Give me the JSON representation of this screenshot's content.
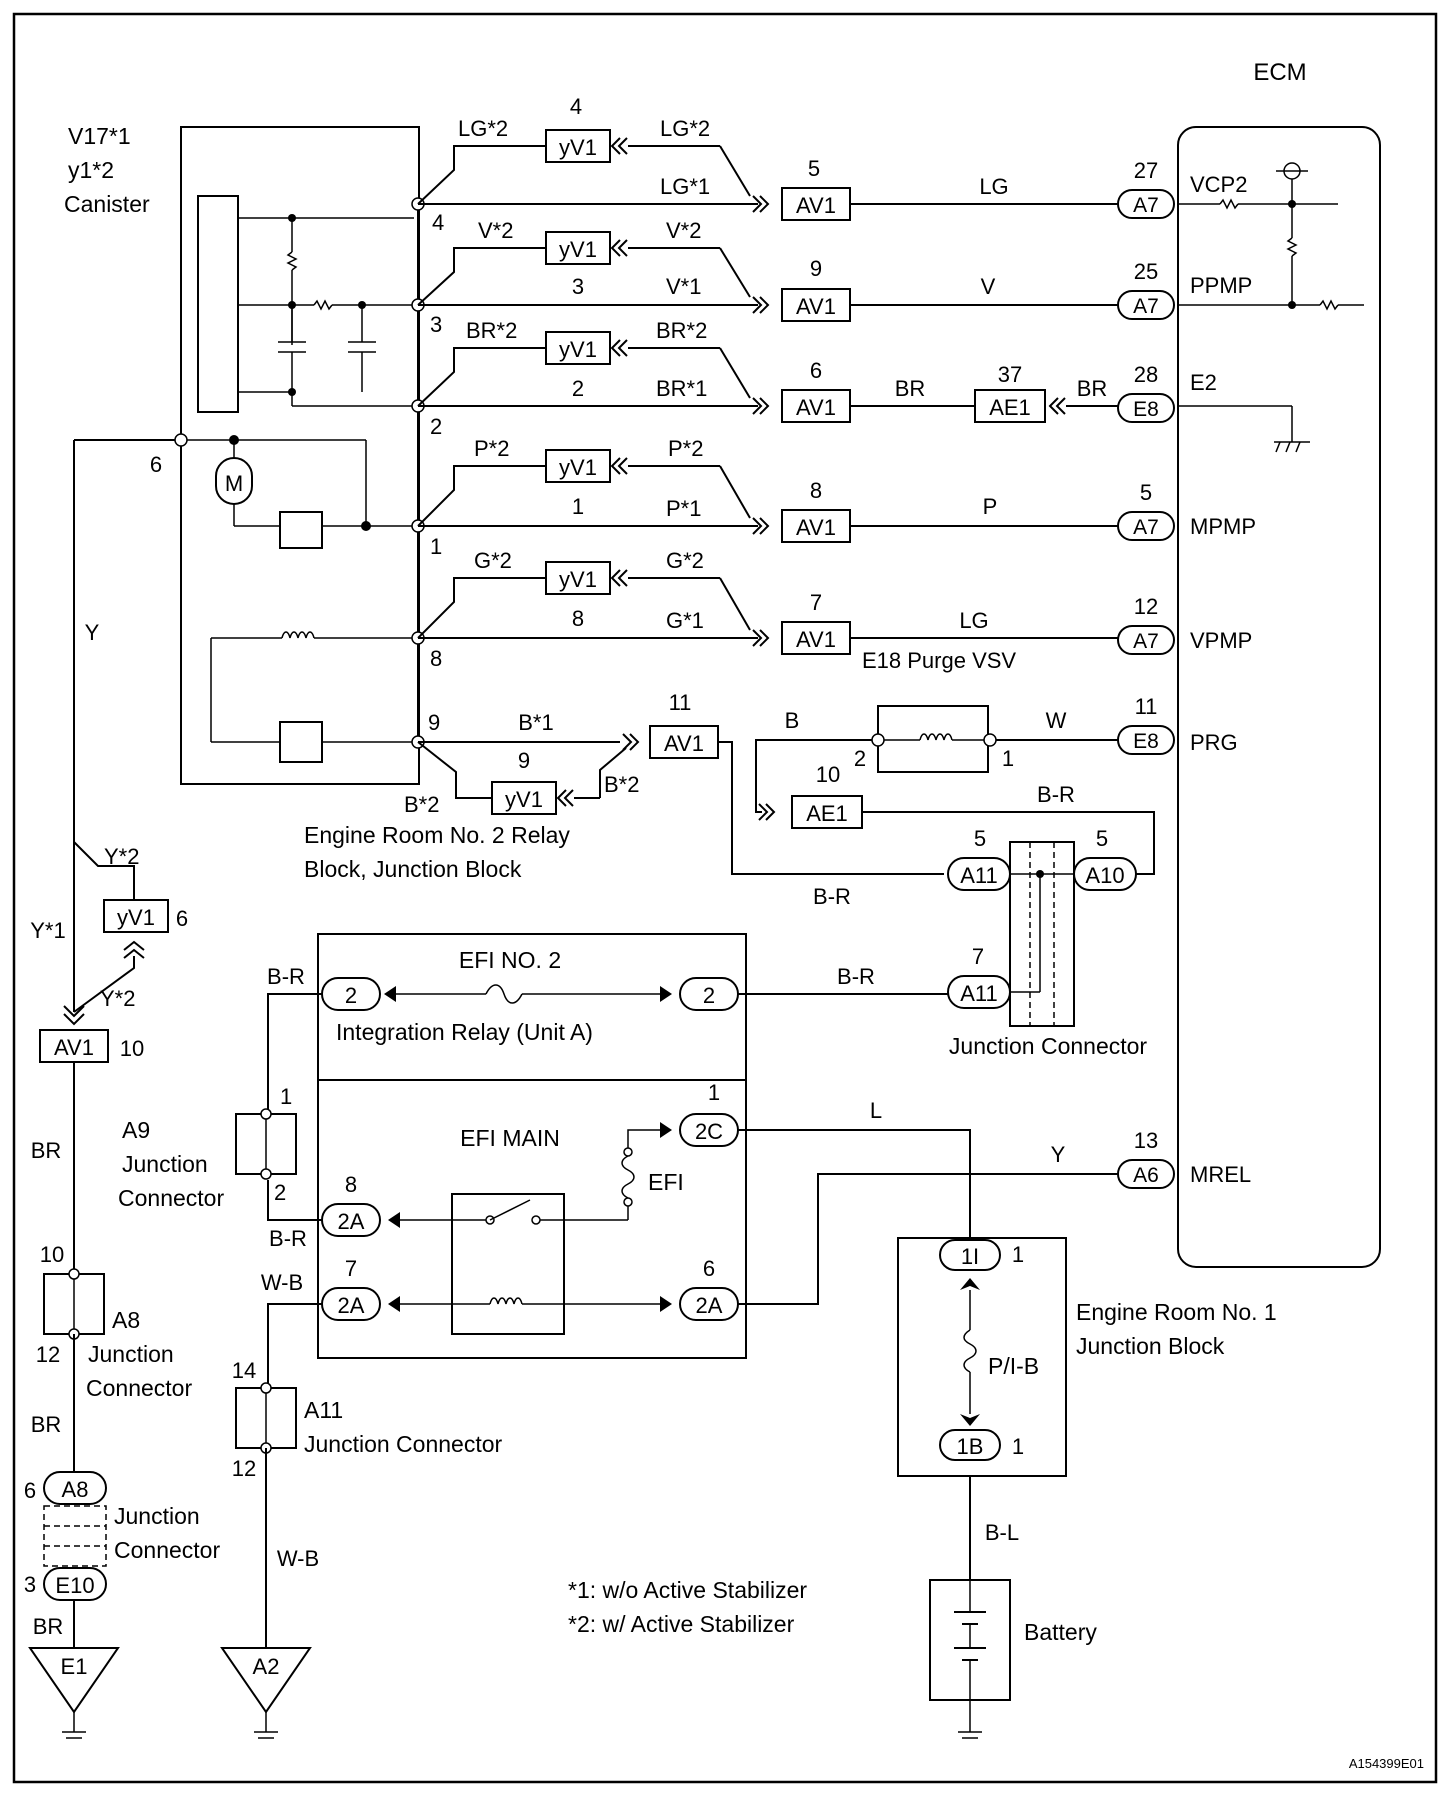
{
  "ecm": {
    "label": "ECM"
  },
  "canister": {
    "line1": "V17*1",
    "line2": "y1*2",
    "line3": "Canister"
  },
  "relay_block": {
    "line1": "Engine Room No. 2 Relay",
    "line2": "Block, Junction Block"
  },
  "integration_relay": {
    "label": "Integration Relay (Unit A)",
    "efi2": "EFI NO. 2",
    "efi_main": "EFI MAIN",
    "efi": "EFI"
  },
  "junction_connector_label": "Junction Connector",
  "a9": {
    "id": "A9",
    "line1": "Junction",
    "line2": "Connector"
  },
  "a8": {
    "id": "A8",
    "line1": "Junction",
    "line2": "Connector"
  },
  "a11": {
    "id": "A11",
    "line1": "Junction Connector"
  },
  "jc_bottom": {
    "line1": "Junction",
    "line2": "Connector"
  },
  "er1": {
    "line1": "Engine Room No. 1",
    "line2": "Junction Block",
    "fuse": "P/I-B"
  },
  "battery": {
    "label": "Battery"
  },
  "purge_vsv": {
    "label": "E18  Purge VSV"
  },
  "notes": {
    "n1": "*1: w/o Active Stabilizer",
    "n2": "*2: w/ Active Stabilizer"
  },
  "figure_id": "A154399E01",
  "ecm_pins": [
    {
      "num": "27",
      "conn": "A7",
      "name": "VCP2"
    },
    {
      "num": "25",
      "conn": "A7",
      "name": "PPMP"
    },
    {
      "num": "28",
      "conn": "E8",
      "name": "E2"
    },
    {
      "num": "5",
      "conn": "A7",
      "name": "MPMP"
    },
    {
      "num": "12",
      "conn": "A7",
      "name": "VPMP"
    },
    {
      "num": "11",
      "conn": "E8",
      "name": "PRG"
    },
    {
      "num": "13",
      "conn": "A6",
      "name": "MREL"
    }
  ],
  "rows": [
    {
      "pin": "4",
      "yv_num": "4",
      "yv_pin": "",
      "yv": "yV1",
      "w2": "LG*2",
      "w2r": "LG*2",
      "w1": "LG*1",
      "av_num": "5",
      "av": "AV1",
      "wire": "LG"
    },
    {
      "pin": "3",
      "yv_num": "",
      "yv_pin": "3",
      "yv": "yV1",
      "w2": "V*2",
      "w2r": "V*2",
      "w1": "V*1",
      "av_num": "9",
      "av": "AV1",
      "wire": "V"
    },
    {
      "pin": "2",
      "yv_num": "",
      "yv_pin": "2",
      "yv": "yV1",
      "w2": "BR*2",
      "w2r": "BR*2",
      "w1": "BR*1",
      "av_num": "6",
      "av": "AV1",
      "wire": "BR"
    },
    {
      "pin": "1",
      "yv_num": "",
      "yv_pin": "1",
      "yv": "yV1",
      "w2": "P*2",
      "w2r": "P*2",
      "w1": "P*1",
      "av_num": "8",
      "av": "AV1",
      "wire": "P"
    },
    {
      "pin": "8",
      "yv_num": "",
      "yv_pin": "8",
      "yv": "yV1",
      "w2": "G*2",
      "w2r": "G*2",
      "w1": "G*1",
      "av_num": "7",
      "av": "AV1",
      "wire": "LG"
    }
  ],
  "ae1_top": {
    "num": "37",
    "conn": "AE1",
    "wire": "BR"
  },
  "pin9": {
    "pin": "9",
    "w1": "B*1",
    "av_num": "11",
    "av": "AV1",
    "w2": "B*2",
    "w2r": "B*2",
    "yv_num": "9",
    "yv": "yV1"
  },
  "canister_pin6": "6",
  "vsv": {
    "pin2": "2",
    "pin1": "1",
    "wire_b": "B",
    "wire_w": "W"
  },
  "ae1_10": {
    "num": "10",
    "conn": "AE1",
    "wire": "B-R"
  },
  "jc": {
    "a11_num": "5",
    "a11": "A11",
    "a10_num": "5",
    "a10": "A10",
    "a11b_num": "7",
    "a11b": "A11",
    "wire_br": "B-R",
    "wire_br2": "B-R"
  },
  "efi2_pins": {
    "left": "2",
    "right": "2",
    "wire_left": "B-R"
  },
  "efi_main_pins": {
    "c2_num": "1",
    "c2": "2C",
    "a2_num": "8",
    "a2": "2A",
    "a2b_num": "7",
    "a2b": "2A",
    "a2r_num": "6",
    "a2r": "2A",
    "wire_l": "L",
    "wire_y": "Y",
    "wire_br": "B-R",
    "wire_wb": "W-B"
  },
  "left_chain": {
    "y": "Y",
    "y2a": "Y*2",
    "y1": "Y*1",
    "y2b": "Y*2",
    "yv": "yV1",
    "yv_num": "6",
    "av": "AV1",
    "av_num": "10",
    "br1": "BR",
    "a8_top": "10",
    "a8_bot": "12",
    "br2": "BR",
    "a8c_num": "6",
    "a8c": "A8",
    "e10_num": "3",
    "e10": "E10",
    "br3": "BR",
    "ground": "E1"
  },
  "a9_pins": {
    "top": "1",
    "bot": "2"
  },
  "a11_pins": {
    "top": "14",
    "bot": "12",
    "wire": "W-B",
    "ground": "A2"
  },
  "er1_pins": {
    "top": "1I",
    "top_num": "1",
    "bot": "1B",
    "bot_num": "1",
    "wire": "B-L"
  }
}
